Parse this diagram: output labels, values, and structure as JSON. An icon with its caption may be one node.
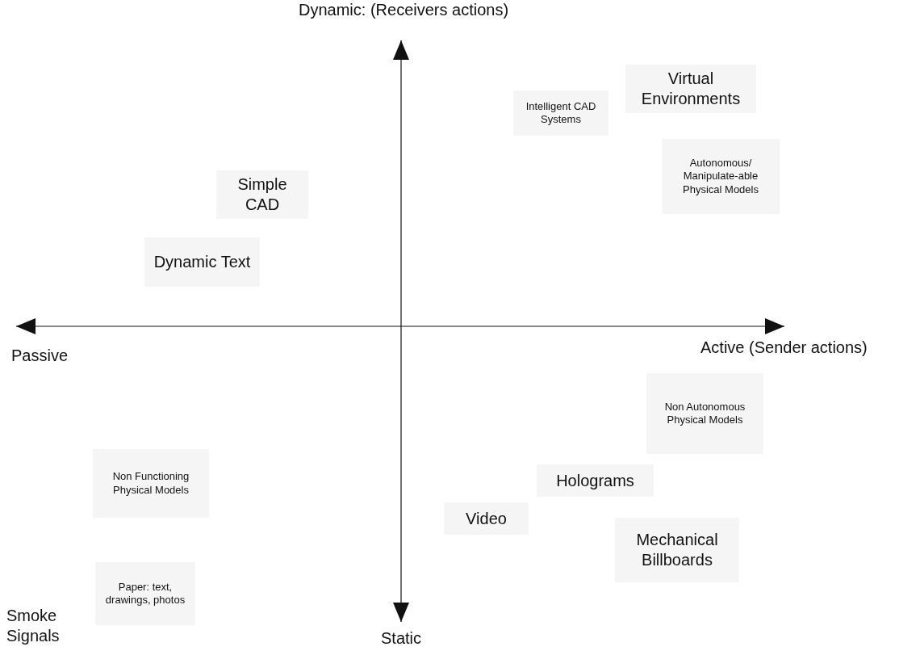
{
  "diagram": {
    "nodes": [
      {
        "text": [
          "Simple CAD"
        ]
      },
      {
        "text": [
          "Dynamic Text"
        ]
      },
      {
        "text": [
          "Intelligent CAD Systems"
        ]
      },
      {
        "text": [
          "Virtual Environments"
        ]
      },
      {
        "text": [
          "Autonomous/ Manipulate-able Physical Models"
        ]
      },
      {
        "text": [
          "Non Autonomous Physical Models"
        ]
      },
      {
        "text": [
          "Holograms"
        ]
      },
      {
        "text": [
          "Video"
        ]
      },
      {
        "text": [
          "Mechanical Billboards"
        ]
      },
      {
        "text": [
          "Non Functioning Physical Models"
        ]
      },
      {
        "text": [
          "Paper: text, drawings, photos"
        ]
      }
    ],
    "labels": [
      "Dynamic: (Receivers actions)",
      "Passive",
      "Active (Sender actions)",
      "Static",
      "Smoke Signals"
    ]
  }
}
